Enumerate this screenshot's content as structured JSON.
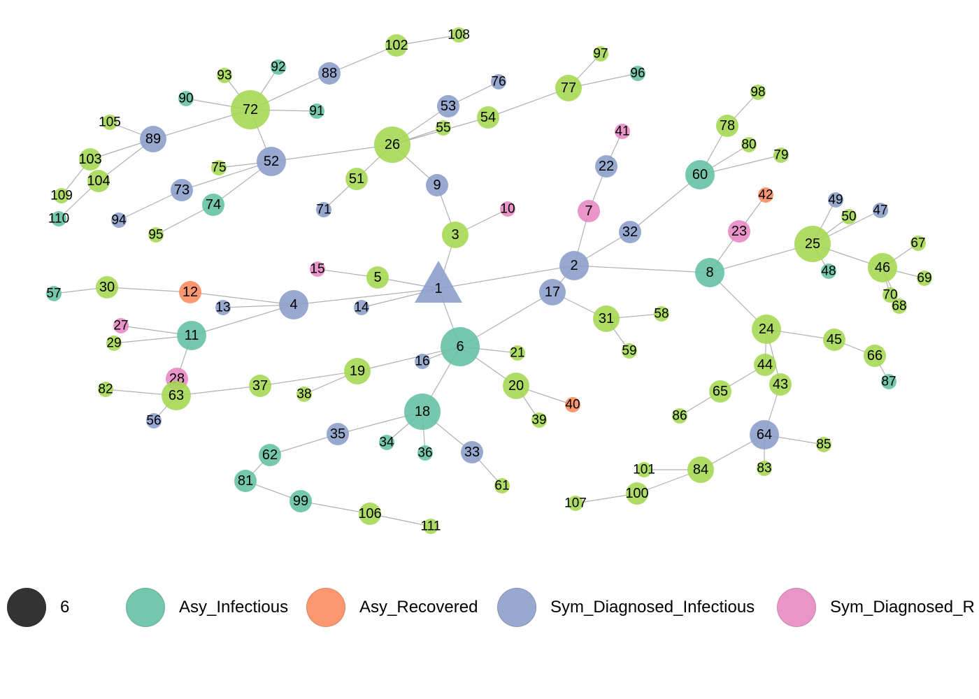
{
  "colors": {
    "Asy_Infectious": "#66c2a5",
    "Asy_Recovered": "#fc8d62",
    "Sym_Diagnosed_Infectious": "#8da0cb",
    "Sym_Diagnosed_Recovered": "#e78ac3",
    "Other": "#a6d854",
    "edge": "#b0b0b0"
  },
  "legend": [
    {
      "label": "6",
      "color": "#222222"
    },
    {
      "label": "Asy_Infectious",
      "color": "#66c2a5"
    },
    {
      "label": "Asy_Recovered",
      "color": "#fc8d62"
    },
    {
      "label": "Sym_Diagnosed_Infectious",
      "color": "#8da0cb"
    },
    {
      "label": "Sym_Diagnosed_R",
      "color": "#e78ac3"
    }
  ],
  "nodes": [
    {
      "id": "1",
      "state": "Sym_Diagnosed_Infectious",
      "shape": "triangle",
      "degree": 6
    },
    {
      "id": "2",
      "state": "Sym_Diagnosed_Infectious",
      "degree": 4
    },
    {
      "id": "3",
      "state": "Other",
      "degree": 3
    },
    {
      "id": "4",
      "state": "Sym_Diagnosed_Infectious",
      "degree": 4
    },
    {
      "id": "5",
      "state": "Other",
      "degree": 2
    },
    {
      "id": "6",
      "state": "Asy_Infectious",
      "degree": 6
    },
    {
      "id": "7",
      "state": "Sym_Diagnosed_Recovered",
      "degree": 2
    },
    {
      "id": "8",
      "state": "Asy_Infectious",
      "degree": 4
    },
    {
      "id": "9",
      "state": "Sym_Diagnosed_Infectious",
      "degree": 2
    },
    {
      "id": "10",
      "state": "Sym_Diagnosed_Recovered",
      "degree": 1
    },
    {
      "id": "11",
      "state": "Asy_Infectious",
      "degree": 4
    },
    {
      "id": "12",
      "state": "Asy_Recovered",
      "degree": 2
    },
    {
      "id": "13",
      "state": "Sym_Diagnosed_Infectious",
      "degree": 1
    },
    {
      "id": "14",
      "state": "Sym_Diagnosed_Infectious",
      "degree": 1
    },
    {
      "id": "15",
      "state": "Sym_Diagnosed_Recovered",
      "degree": 1
    },
    {
      "id": "16",
      "state": "Sym_Diagnosed_Infectious",
      "degree": 1
    },
    {
      "id": "17",
      "state": "Sym_Diagnosed_Infectious",
      "degree": 3
    },
    {
      "id": "18",
      "state": "Asy_Infectious",
      "degree": 5
    },
    {
      "id": "19",
      "state": "Other",
      "degree": 3
    },
    {
      "id": "20",
      "state": "Other",
      "degree": 3
    },
    {
      "id": "21",
      "state": "Other",
      "degree": 1
    },
    {
      "id": "22",
      "state": "Sym_Diagnosed_Infectious",
      "degree": 2
    },
    {
      "id": "23",
      "state": "Sym_Diagnosed_Recovered",
      "degree": 2
    },
    {
      "id": "24",
      "state": "Other",
      "degree": 4
    },
    {
      "id": "25",
      "state": "Other",
      "degree": 5
    },
    {
      "id": "26",
      "state": "Other",
      "degree": 5
    },
    {
      "id": "27",
      "state": "Sym_Diagnosed_Recovered",
      "degree": 1
    },
    {
      "id": "28",
      "state": "Sym_Diagnosed_Recovered",
      "degree": 2
    },
    {
      "id": "29",
      "state": "Other",
      "degree": 1
    },
    {
      "id": "30",
      "state": "Other",
      "degree": 2
    },
    {
      "id": "31",
      "state": "Other",
      "degree": 3
    },
    {
      "id": "32",
      "state": "Sym_Diagnosed_Infectious",
      "degree": 2
    },
    {
      "id": "33",
      "state": "Sym_Diagnosed_Infectious",
      "degree": 2
    },
    {
      "id": "34",
      "state": "Asy_Infectious",
      "degree": 1
    },
    {
      "id": "35",
      "state": "Sym_Diagnosed_Infectious",
      "degree": 2
    },
    {
      "id": "36",
      "state": "Asy_Infectious",
      "degree": 1
    },
    {
      "id": "37",
      "state": "Other",
      "degree": 2
    },
    {
      "id": "38",
      "state": "Other",
      "degree": 1
    },
    {
      "id": "39",
      "state": "Other",
      "degree": 1
    },
    {
      "id": "40",
      "state": "Asy_Recovered",
      "degree": 1
    },
    {
      "id": "41",
      "state": "Sym_Diagnosed_Recovered",
      "degree": 1
    },
    {
      "id": "42",
      "state": "Asy_Recovered",
      "degree": 1
    },
    {
      "id": "43",
      "state": "Other",
      "degree": 2
    },
    {
      "id": "44",
      "state": "Other",
      "degree": 2
    },
    {
      "id": "45",
      "state": "Other",
      "degree": 2
    },
    {
      "id": "46",
      "state": "Other",
      "degree": 4
    },
    {
      "id": "47",
      "state": "Sym_Diagnosed_Infectious",
      "degree": 1
    },
    {
      "id": "48",
      "state": "Asy_Infectious",
      "degree": 1
    },
    {
      "id": "49",
      "state": "Sym_Diagnosed_Infectious",
      "degree": 1
    },
    {
      "id": "50",
      "state": "Other",
      "degree": 1
    },
    {
      "id": "51",
      "state": "Other",
      "degree": 2
    },
    {
      "id": "52",
      "state": "Sym_Diagnosed_Infectious",
      "degree": 4
    },
    {
      "id": "53",
      "state": "Sym_Diagnosed_Infectious",
      "degree": 2
    },
    {
      "id": "54",
      "state": "Other",
      "degree": 2
    },
    {
      "id": "55",
      "state": "Other",
      "degree": 1
    },
    {
      "id": "56",
      "state": "Sym_Diagnosed_Infectious",
      "degree": 1
    },
    {
      "id": "57",
      "state": "Asy_Infectious",
      "degree": 1
    },
    {
      "id": "58",
      "state": "Other",
      "degree": 1
    },
    {
      "id": "59",
      "state": "Other",
      "degree": 1
    },
    {
      "id": "60",
      "state": "Asy_Infectious",
      "degree": 4
    },
    {
      "id": "61",
      "state": "Other",
      "degree": 1
    },
    {
      "id": "62",
      "state": "Asy_Infectious",
      "degree": 2
    },
    {
      "id": "63",
      "state": "Other",
      "degree": 4
    },
    {
      "id": "64",
      "state": "Sym_Diagnosed_Infectious",
      "degree": 4
    },
    {
      "id": "65",
      "state": "Other",
      "degree": 2
    },
    {
      "id": "66",
      "state": "Other",
      "degree": 2
    },
    {
      "id": "67",
      "state": "Other",
      "degree": 1
    },
    {
      "id": "68",
      "state": "Other",
      "degree": 1
    },
    {
      "id": "69",
      "state": "Other",
      "degree": 1
    },
    {
      "id": "70",
      "state": "Other",
      "degree": 1
    },
    {
      "id": "71",
      "state": "Sym_Diagnosed_Infectious",
      "degree": 1
    },
    {
      "id": "72",
      "state": "Other",
      "degree": 6
    },
    {
      "id": "73",
      "state": "Sym_Diagnosed_Infectious",
      "degree": 2
    },
    {
      "id": "74",
      "state": "Asy_Infectious",
      "degree": 2
    },
    {
      "id": "75",
      "state": "Other",
      "degree": 1
    },
    {
      "id": "76",
      "state": "Sym_Diagnosed_Infectious",
      "degree": 1
    },
    {
      "id": "77",
      "state": "Other",
      "degree": 3
    },
    {
      "id": "78",
      "state": "Other",
      "degree": 2
    },
    {
      "id": "79",
      "state": "Other",
      "degree": 1
    },
    {
      "id": "80",
      "state": "Other",
      "degree": 1
    },
    {
      "id": "81",
      "state": "Asy_Infectious",
      "degree": 2
    },
    {
      "id": "82",
      "state": "Other",
      "degree": 1
    },
    {
      "id": "83",
      "state": "Other",
      "degree": 1
    },
    {
      "id": "84",
      "state": "Other",
      "degree": 3
    },
    {
      "id": "85",
      "state": "Other",
      "degree": 1
    },
    {
      "id": "86",
      "state": "Other",
      "degree": 1
    },
    {
      "id": "87",
      "state": "Asy_Infectious",
      "degree": 1
    },
    {
      "id": "88",
      "state": "Sym_Diagnosed_Infectious",
      "degree": 2
    },
    {
      "id": "89",
      "state": "Sym_Diagnosed_Infectious",
      "degree": 3
    },
    {
      "id": "90",
      "state": "Asy_Infectious",
      "degree": 1
    },
    {
      "id": "91",
      "state": "Asy_Infectious",
      "degree": 1
    },
    {
      "id": "92",
      "state": "Asy_Infectious",
      "degree": 1
    },
    {
      "id": "93",
      "state": "Other",
      "degree": 1
    },
    {
      "id": "94",
      "state": "Sym_Diagnosed_Infectious",
      "degree": 1
    },
    {
      "id": "95",
      "state": "Other",
      "degree": 1
    },
    {
      "id": "96",
      "state": "Asy_Infectious",
      "degree": 1
    },
    {
      "id": "97",
      "state": "Other",
      "degree": 1
    },
    {
      "id": "98",
      "state": "Other",
      "degree": 1
    },
    {
      "id": "99",
      "state": "Asy_Infectious",
      "degree": 2
    },
    {
      "id": "100",
      "state": "Other",
      "degree": 2
    },
    {
      "id": "101",
      "state": "Other",
      "degree": 1
    },
    {
      "id": "102",
      "state": "Other",
      "degree": 2
    },
    {
      "id": "103",
      "state": "Other",
      "degree": 2
    },
    {
      "id": "104",
      "state": "Other",
      "degree": 2
    },
    {
      "id": "105",
      "state": "Other",
      "degree": 1
    },
    {
      "id": "106",
      "state": "Other",
      "degree": 2
    },
    {
      "id": "107",
      "state": "Other",
      "degree": 1
    },
    {
      "id": "108",
      "state": "Other",
      "degree": 1
    },
    {
      "id": "109",
      "state": "Other",
      "degree": 1
    },
    {
      "id": "110",
      "state": "Asy_Infectious",
      "degree": 1
    },
    {
      "id": "111",
      "state": "Other",
      "degree": 1
    }
  ],
  "edges": [
    [
      "1",
      "2"
    ],
    [
      "1",
      "3"
    ],
    [
      "1",
      "4"
    ],
    [
      "1",
      "5"
    ],
    [
      "1",
      "6"
    ],
    [
      "1",
      "14"
    ],
    [
      "2",
      "7"
    ],
    [
      "2",
      "8"
    ],
    [
      "2",
      "32"
    ],
    [
      "2",
      "17"
    ],
    [
      "3",
      "9"
    ],
    [
      "3",
      "10"
    ],
    [
      "9",
      "26"
    ],
    [
      "4",
      "11"
    ],
    [
      "4",
      "12"
    ],
    [
      "4",
      "13"
    ],
    [
      "5",
      "15"
    ],
    [
      "6",
      "17"
    ],
    [
      "6",
      "18"
    ],
    [
      "6",
      "19"
    ],
    [
      "6",
      "20"
    ],
    [
      "6",
      "21"
    ],
    [
      "6",
      "16"
    ],
    [
      "7",
      "22"
    ],
    [
      "22",
      "41"
    ],
    [
      "8",
      "23"
    ],
    [
      "8",
      "24"
    ],
    [
      "8",
      "25"
    ],
    [
      "23",
      "42"
    ],
    [
      "11",
      "27"
    ],
    [
      "11",
      "28"
    ],
    [
      "11",
      "29"
    ],
    [
      "12",
      "30"
    ],
    [
      "30",
      "57"
    ],
    [
      "17",
      "31"
    ],
    [
      "31",
      "58"
    ],
    [
      "31",
      "59"
    ],
    [
      "18",
      "33"
    ],
    [
      "18",
      "34"
    ],
    [
      "18",
      "35"
    ],
    [
      "18",
      "36"
    ],
    [
      "19",
      "37"
    ],
    [
      "19",
      "38"
    ],
    [
      "37",
      "63"
    ],
    [
      "20",
      "39"
    ],
    [
      "20",
      "40"
    ],
    [
      "24",
      "44"
    ],
    [
      "24",
      "43"
    ],
    [
      "24",
      "45"
    ],
    [
      "45",
      "66"
    ],
    [
      "66",
      "87"
    ],
    [
      "25",
      "46"
    ],
    [
      "25",
      "47"
    ],
    [
      "25",
      "48"
    ],
    [
      "25",
      "49"
    ],
    [
      "25",
      "50"
    ],
    [
      "46",
      "67"
    ],
    [
      "46",
      "68"
    ],
    [
      "46",
      "69"
    ],
    [
      "46",
      "70"
    ],
    [
      "26",
      "51"
    ],
    [
      "26",
      "52"
    ],
    [
      "26",
      "53"
    ],
    [
      "26",
      "54"
    ],
    [
      "26",
      "55"
    ],
    [
      "51",
      "71"
    ],
    [
      "53",
      "76"
    ],
    [
      "54",
      "77"
    ],
    [
      "77",
      "96"
    ],
    [
      "77",
      "97"
    ],
    [
      "52",
      "72"
    ],
    [
      "52",
      "73"
    ],
    [
      "52",
      "74"
    ],
    [
      "52",
      "75"
    ],
    [
      "72",
      "88"
    ],
    [
      "72",
      "89"
    ],
    [
      "72",
      "90"
    ],
    [
      "72",
      "91"
    ],
    [
      "72",
      "92"
    ],
    [
      "72",
      "93"
    ],
    [
      "88",
      "102"
    ],
    [
      "102",
      "108"
    ],
    [
      "89",
      "103"
    ],
    [
      "89",
      "104"
    ],
    [
      "89",
      "105"
    ],
    [
      "103",
      "109"
    ],
    [
      "104",
      "110"
    ],
    [
      "73",
      "94"
    ],
    [
      "74",
      "95"
    ],
    [
      "28",
      "63"
    ],
    [
      "63",
      "56"
    ],
    [
      "63",
      "82"
    ],
    [
      "32",
      "60"
    ],
    [
      "60",
      "78"
    ],
    [
      "60",
      "79"
    ],
    [
      "60",
      "80"
    ],
    [
      "78",
      "98"
    ],
    [
      "33",
      "61"
    ],
    [
      "35",
      "62"
    ],
    [
      "62",
      "81"
    ],
    [
      "81",
      "99"
    ],
    [
      "99",
      "106"
    ],
    [
      "106",
      "111"
    ],
    [
      "43",
      "64"
    ],
    [
      "44",
      "65"
    ],
    [
      "65",
      "86"
    ],
    [
      "64",
      "83"
    ],
    [
      "64",
      "84"
    ],
    [
      "64",
      "85"
    ],
    [
      "84",
      "100"
    ],
    [
      "84",
      "101"
    ],
    [
      "100",
      "107"
    ]
  ]
}
